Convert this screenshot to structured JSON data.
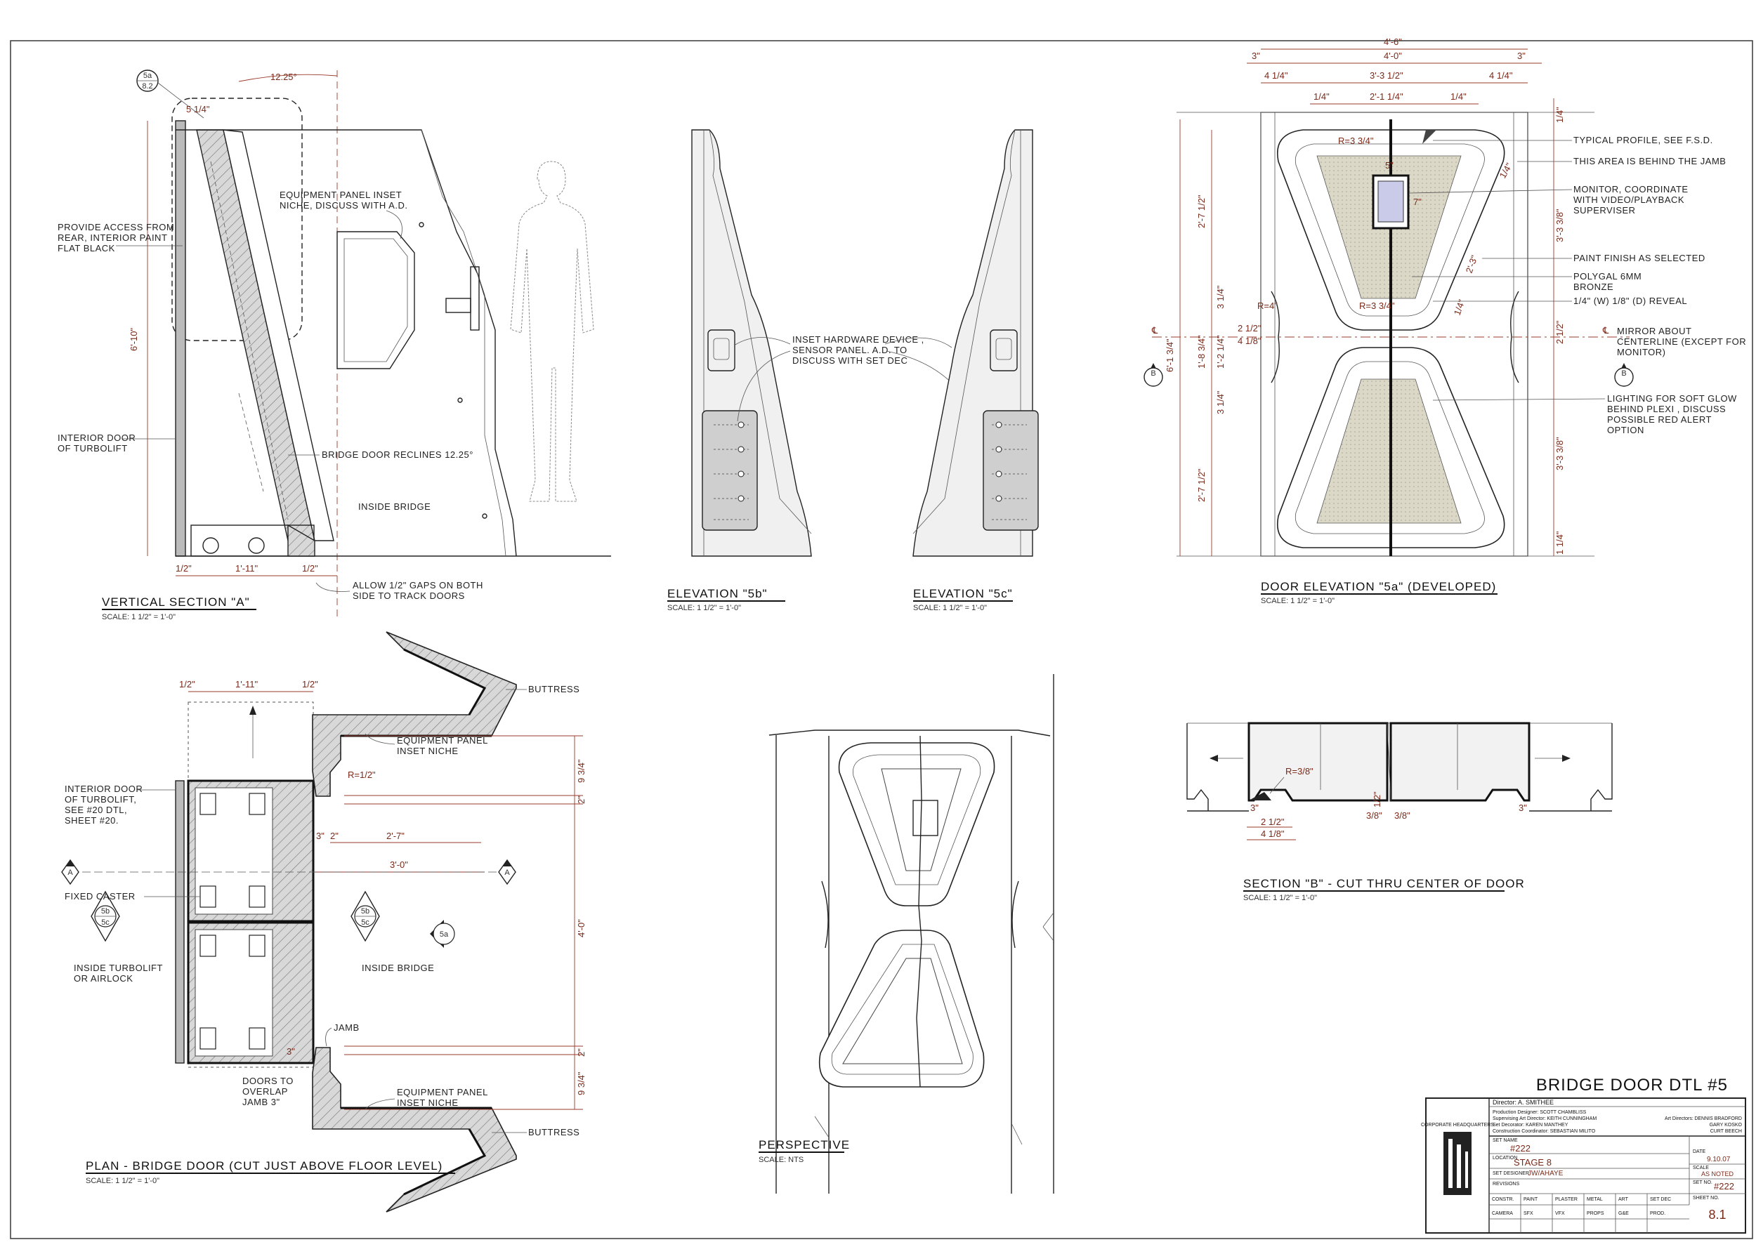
{
  "views": {
    "vertical_section": {
      "title": "VERTICAL SECTION \"A\"",
      "scale": "SCALE: 1 1/2\" = 1'-0\"",
      "ref_top": "5a",
      "ref_bottom": "8.2",
      "dims": [
        "12.25°",
        "5 1/4\"",
        "6'-10\"",
        "1/2\"",
        "1'-11\"",
        "1/2\""
      ],
      "notes": {
        "access": [
          "PROVIDE ACCESS FROM",
          "REAR, INTERIOR PAINT",
          "FLAT BLACK"
        ],
        "niche": [
          "EQUIPMENT PANEL INSET",
          "NICHE, DISCUSS WITH A.D."
        ],
        "interior": [
          "INTERIOR DOOR",
          "OF TURBOLIFT"
        ],
        "reclines": "BRIDGE DOOR RECLINES 12.25°",
        "inside": "INSIDE BRIDGE",
        "gaps": [
          "ALLOW 1/2\" GAPS ON BOTH",
          "SIDE TO TRACK DOORS"
        ]
      }
    },
    "elevation_5b": {
      "title": "ELEVATION \"5b\"",
      "scale": "SCALE: 1 1/2\" = 1'-0\"",
      "note": [
        "INSET HARDWARE DEVICE ,",
        "SENSOR PANEL. A.D. TO",
        "DISCUSS WITH SET DEC"
      ]
    },
    "elevation_5c": {
      "title": "ELEVATION \"5c\"",
      "scale": "SCALE: 1 1/2\" = 1'-0\""
    },
    "door_elevation": {
      "title": "DOOR ELEVATION \"5a\" (DEVELOPED)",
      "scale": "SCALE: 1 1/2\" = 1'-0\"",
      "dims_top": [
        "4'-6\"",
        "3\"",
        "4'-0\"",
        "3\"",
        "4 1/4\"",
        "3'-3 1/2\"",
        "4 1/4\"",
        "1/4\"",
        "2'-1 1/4\"",
        "1/4\""
      ],
      "dims_left": [
        "6'-1 3/4\"",
        "2'-7 1/2\"",
        "3 1/4\"",
        "1'-2 1/4\"",
        "1'-8 3/4\"",
        "3 1/4\"",
        "2'-7 1/2\"",
        "2 1/2\"",
        "4 1/8\""
      ],
      "dims_right": [
        "1/4\"",
        "1/4\"",
        "3'-3 3/8\"",
        "2 1/2\"",
        "3'-3 3/8\"",
        "1 1/4\"",
        "2'-3\"",
        "1/4\""
      ],
      "dims_inner": [
        "R=3 3/4\"",
        "5\"",
        "7\"",
        "R=3 3/4\"",
        "R=4\""
      ],
      "notes": [
        "TYPICAL PROFILE, SEE F.S.D.",
        "THIS AREA IS BEHIND THE JAMB",
        "MONITOR, COORDINATE",
        "WITH VIDEO/PLAYBACK",
        "SUPERVISER",
        "PAINT FINISH AS SELECTED",
        "POLYGAL 6MM",
        "BRONZE",
        "1/4\" (W) 1/8\" (D) REVEAL",
        "MIRROR ABOUT",
        "CENTERLINE (EXCEPT FOR",
        "MONITOR)",
        "LIGHTING FOR SOFT GLOW",
        "BEHIND PLEXI , DISCUSS",
        "POSSIBLE RED ALERT",
        "OPTION"
      ],
      "ref_b": "B",
      "cl": "℄"
    },
    "plan": {
      "title": "PLAN - BRIDGE DOOR (CUT JUST ABOVE FLOOR LEVEL)",
      "scale": "SCALE: 1 1/2\" = 1'-0\"",
      "dims": [
        "1/2\"",
        "1'-11\"",
        "1/2\"",
        "R=1/2\"",
        "9 3/4\"",
        "2\"",
        "3\"",
        "2\"",
        "2'-7\"",
        "3'-0\"",
        "4'-0\"",
        "2\"",
        "9 3/4\"",
        "3\""
      ],
      "notes": {
        "interior": [
          "INTERIOR DOOR",
          "OF TURBOLIFT,",
          "SEE #20 DTL,",
          "SHEET #20."
        ],
        "caster": "FIXED CASTER",
        "turbolift": [
          "INSIDE TURBOLIFT",
          "OR AIRLOCK"
        ],
        "bridge": "INSIDE BRIDGE",
        "buttress": "BUTTRESS",
        "niche": [
          "EQUIPMENT PANEL",
          "INSET NICHE"
        ],
        "jamb": "JAMB",
        "overlap": [
          "DOORS TO",
          "OVERLAP",
          "JAMB 3\""
        ]
      },
      "refs": [
        "A",
        "5b",
        "5c",
        "5a"
      ]
    },
    "perspective": {
      "title": "PERSPECTIVE",
      "scale": "SCALE: NTS"
    },
    "section_b": {
      "title": "SECTION \"B\" - CUT THRU CENTER OF DOOR",
      "scale": "SCALE: 1 1/2\" = 1'-0\"",
      "dims": [
        "R=3/8\"",
        "3\"",
        "2 1/2\"",
        "4 1/8\"",
        "1/2\"",
        "3/8\"",
        "3/8\"",
        "3\""
      ]
    }
  },
  "title_block": {
    "sheet_title": "BRIDGE DOOR DTL #5",
    "logo": "CORPORATE HEADQUARTERS",
    "director": "Director: A. SMITHEE",
    "credits": [
      "Production Designer: SCOTT CHAMBLISS",
      "Supervising Art Director: KEITH CUNNINGHAM",
      "Set Decorator: KAREN MANTHEY",
      "Construction Coordinator: SEBASTIAN MILITO"
    ],
    "art_directors_label": "Art Directors:",
    "art_directors": [
      "DENNIS BRADFORD",
      "GARY KOSKO",
      "CURT BEECH"
    ],
    "set_name_label": "SET NAME",
    "set_name": "#222",
    "location_label": "LOCATION",
    "location": "STAGE 8",
    "designer_label": "SET DESIGNER",
    "designer": "JW/AHAYE",
    "revisions_label": "REVISIONS",
    "date_label": "DATE",
    "date": "9.10.07",
    "scale_label": "SCALE",
    "scale": "AS NOTED",
    "set_no_label": "SET NO.",
    "set_no": "#222",
    "sheet_no_label": "SHEET NO.",
    "sheet_no": "8.1",
    "approvals_row1": [
      "CONSTR.",
      "PAINT",
      "PLASTER",
      "METAL",
      "ART",
      "SET DEC"
    ],
    "approvals_row2": [
      "CAMERA",
      "SFX",
      "VFX",
      "PROPS",
      "G&E",
      "PROD."
    ]
  },
  "colors": {
    "ink": "#222222",
    "dimension_red": "#7a2a1a",
    "panel_fill": "#e4e2da",
    "monitor_blue": "#c9cbe8"
  }
}
